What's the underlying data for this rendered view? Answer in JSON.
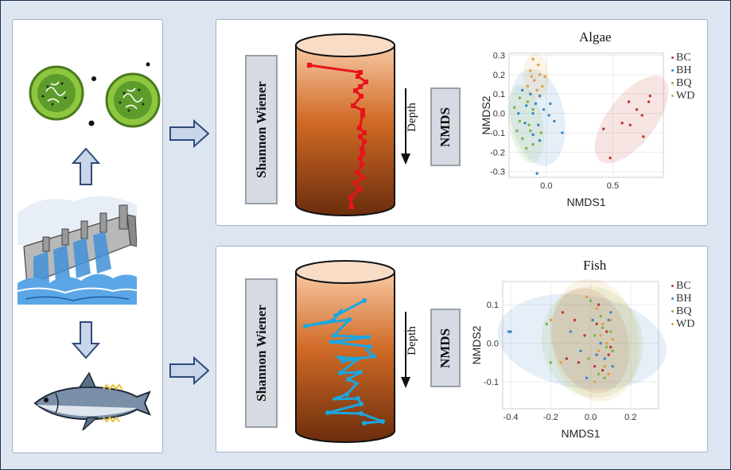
{
  "left_panel": {
    "icons": [
      "algae-cells-icon",
      "dam-icon",
      "tuna-fish-icon",
      "up-arrow-icon",
      "down-arrow-icon"
    ]
  },
  "algae": {
    "shannon_label": "Shannon Wiener",
    "depth_label": "Depth",
    "nmds_box_label": "NMDS",
    "title": "Algae",
    "xlabel": "NMDS1",
    "ylabel": "NMDS2",
    "legend": [
      "BC",
      "BH",
      "BQ",
      "WD"
    ],
    "line_color": "#e8141b"
  },
  "fish": {
    "shannon_label": "Shannon Wiener",
    "depth_label": "Depth",
    "nmds_box_label": "NMDS",
    "title": "Fish",
    "xlabel": "NMDS1",
    "ylabel": "NMDS2",
    "legend": [
      "BC",
      "BH",
      "BQ",
      "WD"
    ],
    "line_color": "#1aa7e0"
  },
  "colors": {
    "BC": "#c0392b",
    "BH": "#3a86c8",
    "BQ": "#7cb342",
    "WD": "#e0a040",
    "cylinder_top": "#f7d2b4",
    "cylinder_mid": "#c9601e",
    "cylinder_bottom": "#6b2d0d"
  },
  "chart_data": [
    {
      "type": "scatter",
      "title": "Algae",
      "xlabel": "NMDS1",
      "ylabel": "NMDS2",
      "xticks": [
        "0.0",
        "0.5"
      ],
      "yticks": [
        "0.3",
        "0.2",
        "0.1",
        "0.0",
        "-0.1",
        "-0.2",
        "-0.3"
      ],
      "xlim": [
        -0.28,
        0.88
      ],
      "ylim": [
        -0.33,
        0.31
      ],
      "series": [
        {
          "name": "BC",
          "points": [
            [
              0.78,
              0.09
            ],
            [
              0.77,
              0.06
            ],
            [
              0.62,
              0.06
            ],
            [
              0.68,
              0.02
            ],
            [
              0.72,
              -0.01
            ],
            [
              0.57,
              -0.05
            ],
            [
              0.63,
              -0.06
            ],
            [
              0.73,
              -0.12
            ],
            [
              0.43,
              -0.08
            ],
            [
              0.48,
              -0.23
            ]
          ]
        },
        {
          "name": "BH",
          "points": [
            [
              -0.18,
              0.12
            ],
            [
              -0.12,
              0.1
            ],
            [
              -0.05,
              0.09
            ],
            [
              0.03,
              0.05
            ],
            [
              -0.15,
              0.04
            ],
            [
              -0.08,
              0.05
            ],
            [
              -0.02,
              0.02
            ],
            [
              -0.21,
              0.0
            ],
            [
              -0.1,
              0.0
            ],
            [
              0.02,
              -0.01
            ],
            [
              -0.16,
              -0.05
            ],
            [
              -0.06,
              -0.06
            ],
            [
              0.06,
              -0.04
            ],
            [
              0.12,
              -0.1
            ],
            [
              -0.1,
              -0.11
            ],
            [
              -0.05,
              -0.14
            ],
            [
              -0.07,
              -0.31
            ]
          ]
        },
        {
          "name": "BQ",
          "points": [
            [
              -0.2,
              0.08
            ],
            [
              -0.14,
              0.06
            ],
            [
              -0.24,
              0.03
            ],
            [
              -0.1,
              0.02
            ],
            [
              -0.2,
              -0.04
            ],
            [
              -0.13,
              -0.06
            ],
            [
              -0.22,
              -0.09
            ],
            [
              -0.12,
              -0.09
            ],
            [
              -0.18,
              -0.13
            ],
            [
              -0.1,
              -0.16
            ],
            [
              -0.04,
              -0.1
            ],
            [
              -0.15,
              -0.18
            ]
          ]
        },
        {
          "name": "WD",
          "points": [
            [
              -0.1,
              0.28
            ],
            [
              -0.06,
              0.25
            ],
            [
              -0.12,
              0.22
            ],
            [
              -0.05,
              0.2
            ],
            [
              -0.01,
              0.19
            ],
            [
              -0.09,
              0.17
            ],
            [
              -0.14,
              0.14
            ],
            [
              -0.03,
              0.14
            ],
            [
              -0.07,
              0.12
            ],
            [
              -0.11,
              0.19
            ]
          ]
        }
      ]
    },
    {
      "type": "scatter",
      "title": "Fish",
      "xlabel": "NMDS1",
      "ylabel": "NMDS2",
      "xticks": [
        "-0.4",
        "-0.2",
        "0.0",
        "0.2"
      ],
      "yticks": [
        "0.1",
        "0.0",
        "-0.1"
      ],
      "xlim": [
        -0.44,
        0.34
      ],
      "ylim": [
        -0.17,
        0.16
      ],
      "series": [
        {
          "name": "BC",
          "points": [
            [
              -0.14,
              0.08
            ],
            [
              -0.08,
              0.06
            ],
            [
              -0.03,
              0.02
            ],
            [
              0.03,
              0.05
            ],
            [
              0.08,
              0.03
            ],
            [
              0.1,
              -0.01
            ],
            [
              -0.12,
              -0.04
            ],
            [
              -0.06,
              -0.05
            ],
            [
              0.02,
              -0.06
            ],
            [
              0.06,
              -0.07
            ],
            [
              0.09,
              -0.03
            ],
            [
              0.04,
              0.1
            ]
          ]
        },
        {
          "name": "BH",
          "points": [
            [
              -0.41,
              0.03
            ],
            [
              -0.4,
              0.03
            ],
            [
              -0.1,
              0.03
            ],
            [
              -0.05,
              -0.02
            ],
            [
              0.01,
              0.06
            ],
            [
              0.05,
              0.0
            ],
            [
              0.07,
              -0.04
            ],
            [
              0.09,
              0.06
            ],
            [
              -0.02,
              -0.09
            ],
            [
              0.03,
              -0.03
            ],
            [
              0.1,
              0.08
            ],
            [
              0.11,
              -0.06
            ]
          ]
        },
        {
          "name": "BQ",
          "points": [
            [
              -0.22,
              0.05
            ],
            [
              -0.2,
              -0.05
            ],
            [
              0.02,
              0.02
            ],
            [
              0.05,
              0.07
            ],
            [
              0.08,
              -0.01
            ],
            [
              0.1,
              0.03
            ],
            [
              0.04,
              -0.08
            ],
            [
              0.07,
              -0.09
            ],
            [
              0.0,
              0.11
            ],
            [
              0.06,
              0.04
            ],
            [
              0.11,
              -0.02
            ],
            [
              -0.01,
              -0.04
            ]
          ]
        },
        {
          "name": "WD",
          "points": [
            [
              -0.2,
              0.06
            ],
            [
              -0.15,
              -0.05
            ],
            [
              -0.02,
              0.12
            ],
            [
              0.03,
              0.09
            ],
            [
              0.06,
              0.05
            ],
            [
              0.08,
              0.0
            ],
            [
              0.1,
              0.06
            ],
            [
              0.04,
              -0.02
            ],
            [
              0.07,
              -0.06
            ],
            [
              0.02,
              -0.1
            ],
            [
              0.09,
              -0.08
            ],
            [
              0.11,
              0.01
            ],
            [
              0.05,
              0.02
            ]
          ]
        }
      ]
    }
  ]
}
